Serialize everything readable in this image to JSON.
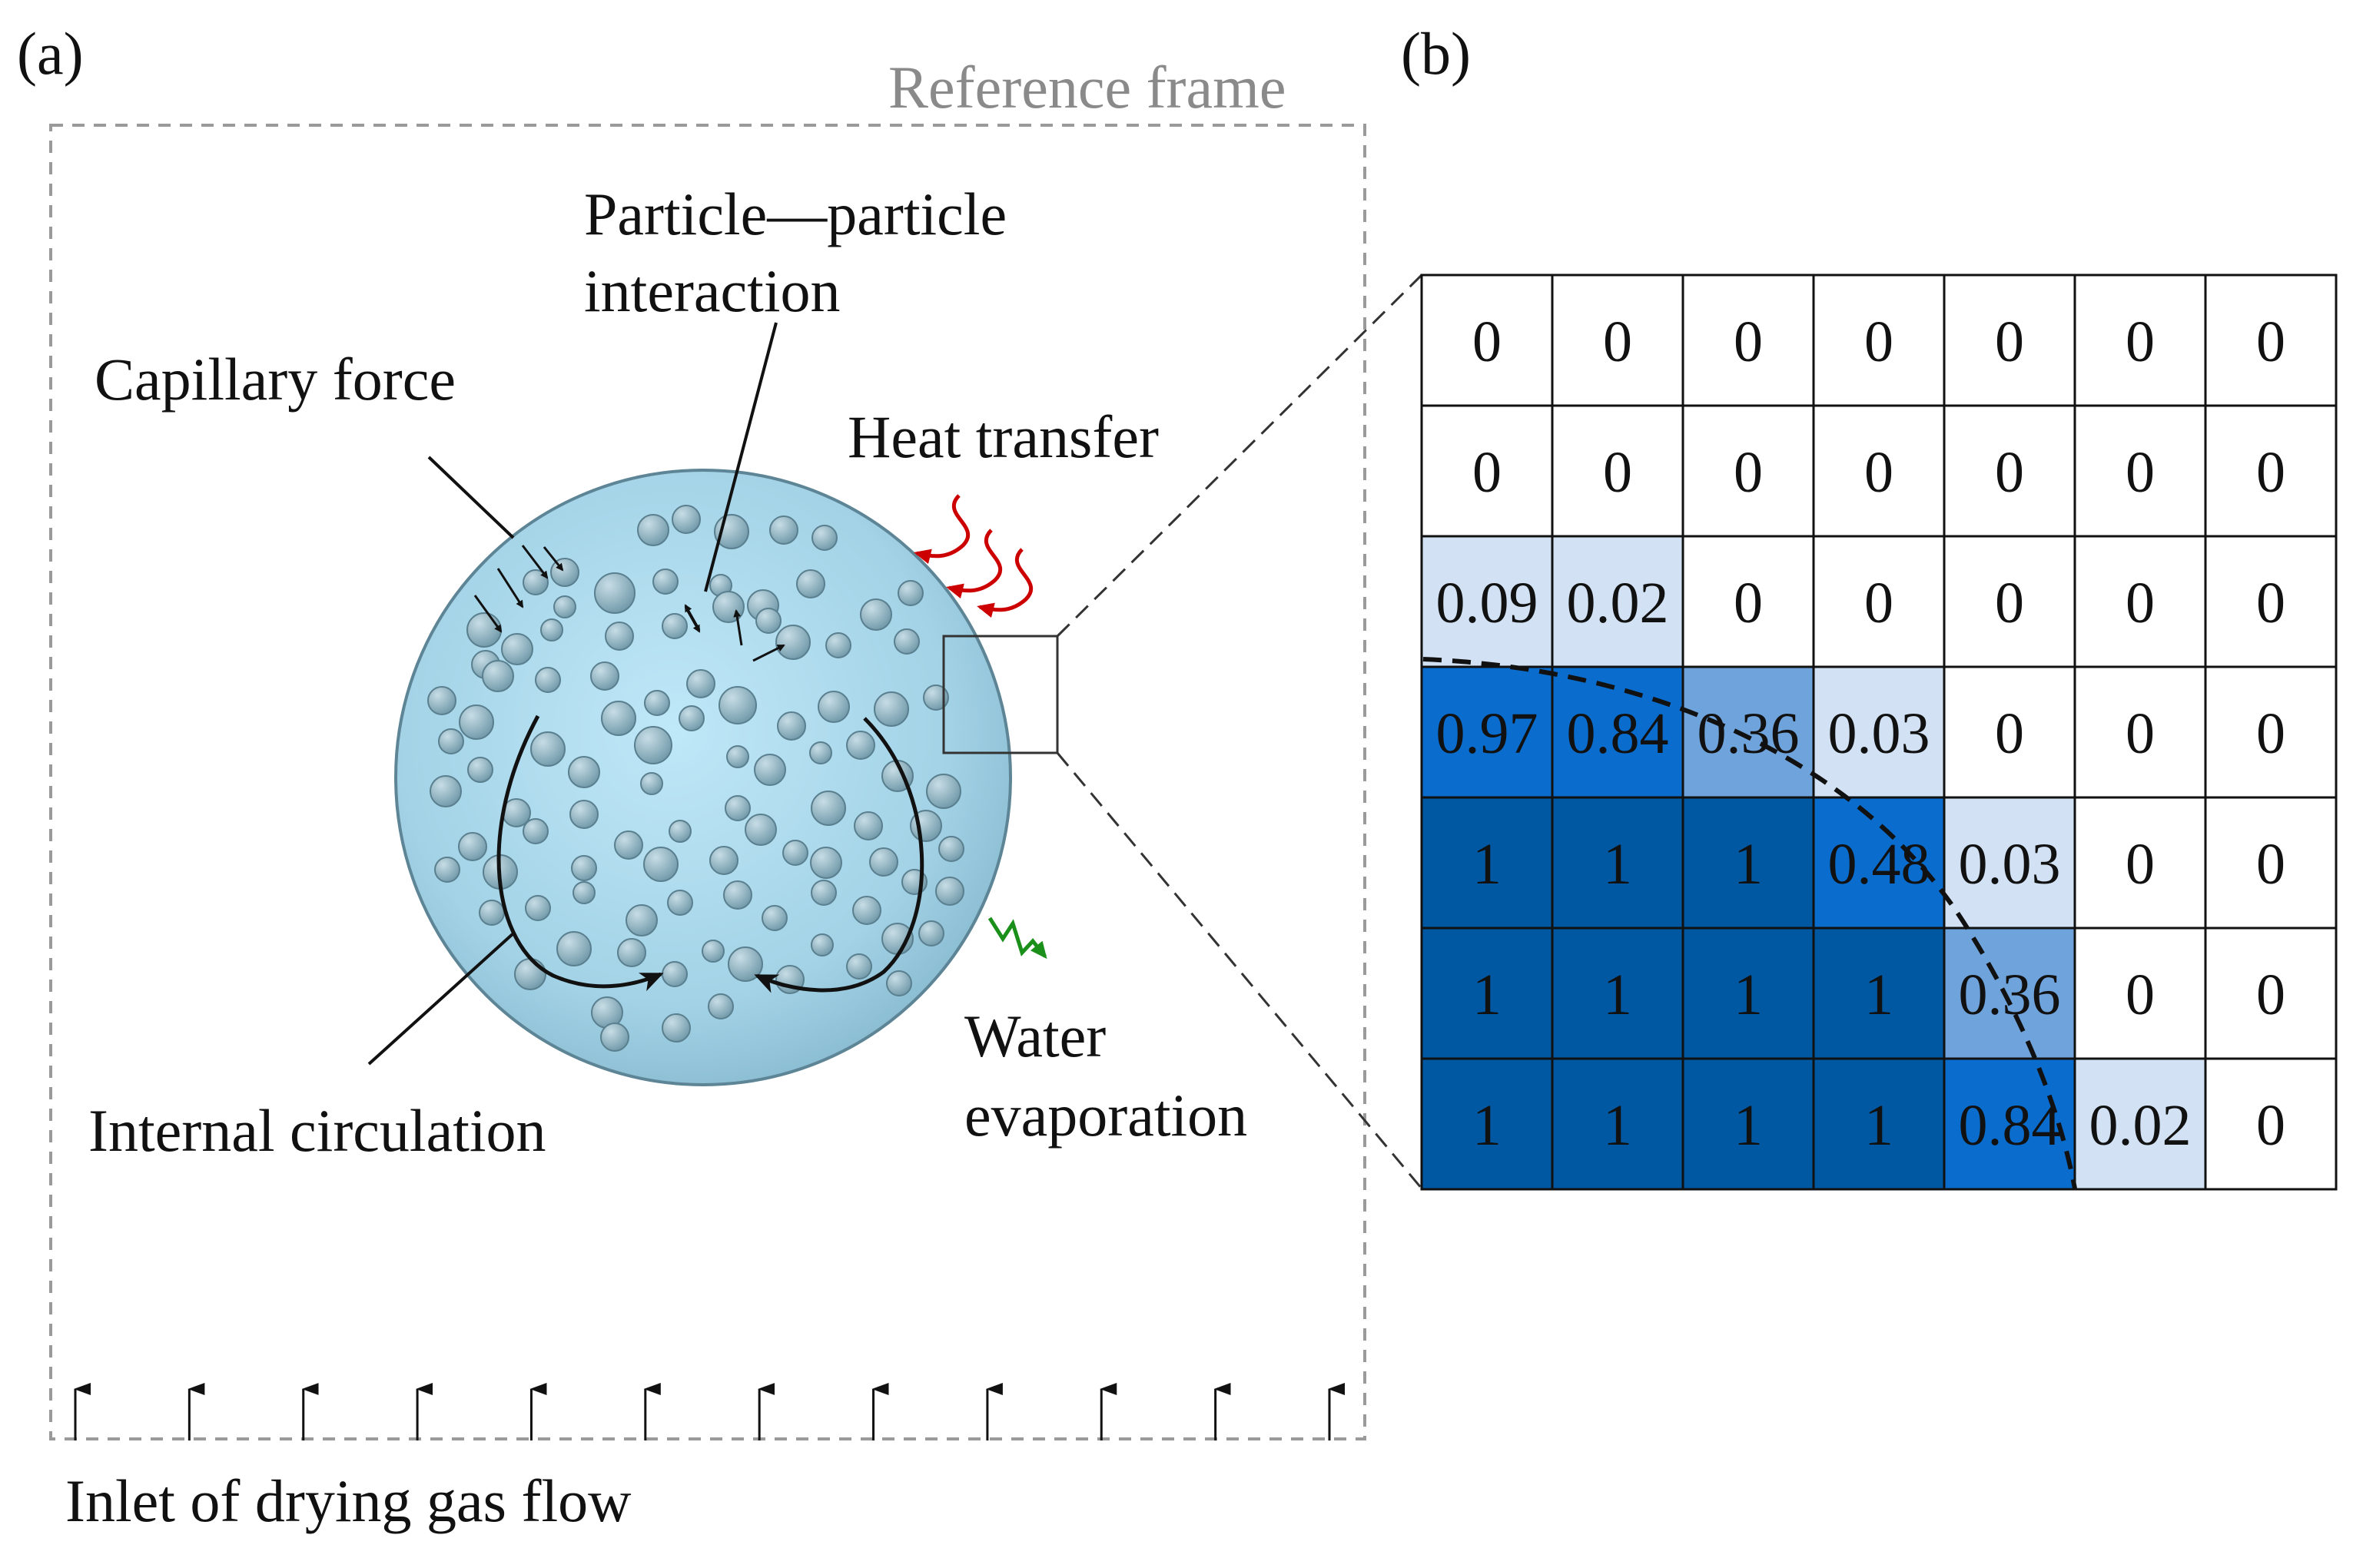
{
  "panel_a": {
    "label": "(a)",
    "reference_frame": "Reference frame",
    "capillary_force": "Capillary force",
    "particle_interaction_line1": "Particle—particle",
    "particle_interaction_line2": "interaction",
    "heat_transfer": "Heat transfer",
    "water_evaporation_line1": "Water",
    "water_evaporation_line2": "evaporation",
    "internal_circulation": "Internal circulation",
    "inlet": "Inlet of drying gas flow",
    "inlet_arrow_count": 12,
    "colors": {
      "heat_arrows": "#cc0000",
      "evaporation_arrow": "#1a8f1a",
      "droplet_fill": "#9fd0e4",
      "particle_fill": "#8fb4c3",
      "frame": "#9a9a9a"
    }
  },
  "panel_b": {
    "label": "(b)",
    "grid": [
      [
        "0",
        "0",
        "0",
        "0",
        "0",
        "0",
        "0"
      ],
      [
        "0",
        "0",
        "0",
        "0",
        "0",
        "0",
        "0"
      ],
      [
        "0.09",
        "0.02",
        "0",
        "0",
        "0",
        "0",
        "0"
      ],
      [
        "0.97",
        "0.84",
        "0.36",
        "0.03",
        "0",
        "0",
        "0"
      ],
      [
        "1",
        "1",
        "1",
        "0.48",
        "0.03",
        "0",
        "0"
      ],
      [
        "1",
        "1",
        "1",
        "1",
        "0.36",
        "0",
        "0"
      ],
      [
        "1",
        "1",
        "1",
        "1",
        "0.84",
        "0.02",
        "0"
      ]
    ],
    "colors": {
      "full": "#0058a3",
      "high": "#0a6ccc",
      "mid": "#6fa3dc",
      "low": "#d2e2f4",
      "empty": "#ffffff"
    }
  }
}
